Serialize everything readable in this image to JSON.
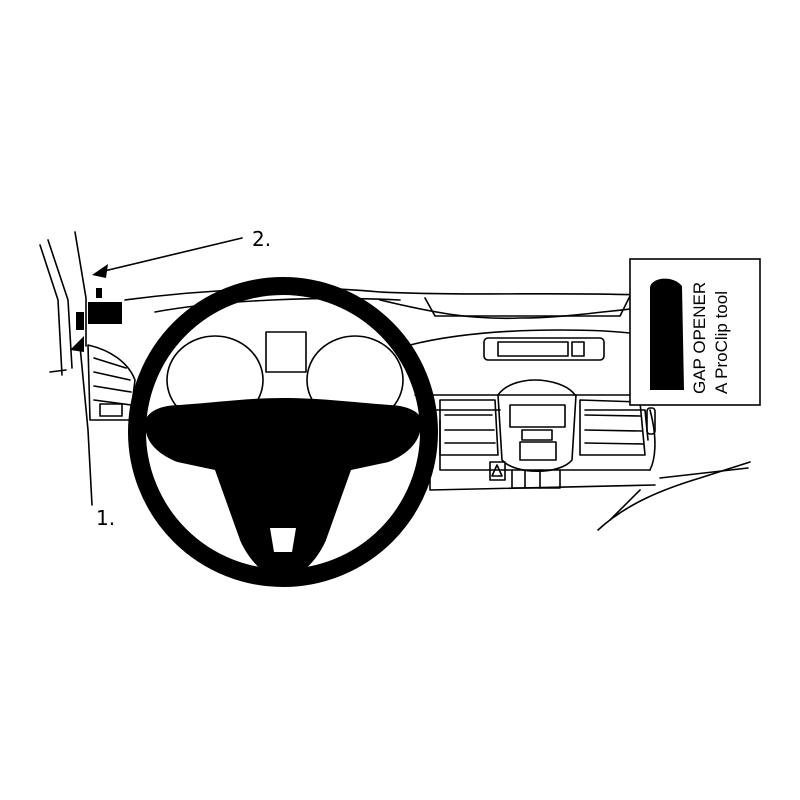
{
  "callouts": {
    "step_1": "1.",
    "step_2": "2."
  },
  "tool_box": {
    "line_1": "GAP OPENER",
    "line_2": "A ProClip tool"
  },
  "colors": {
    "ink": "#000000",
    "paper": "#ffffff"
  }
}
